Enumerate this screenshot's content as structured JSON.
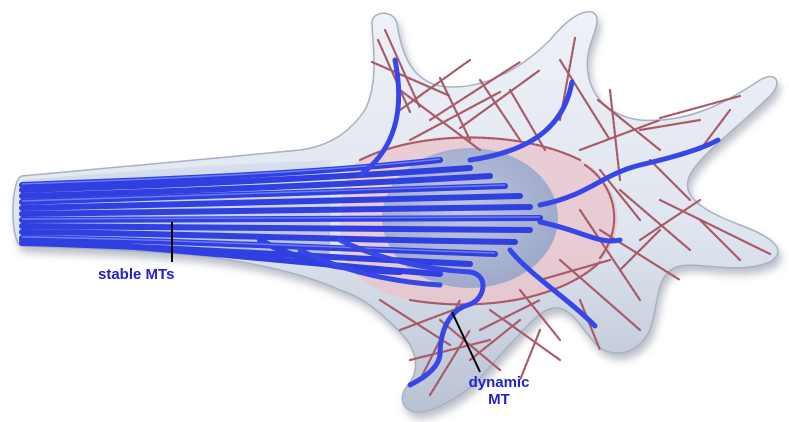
{
  "labels": {
    "stable": "stable MTs",
    "dynamic_line1": "dynamic",
    "dynamic_line2": "MT"
  },
  "colors": {
    "cell_body": "#dfe5ef",
    "cell_edge": "#aab3c6",
    "nucleus": "#a9b8d8",
    "pericentral_actin_zone": "#ebc3ca",
    "actin": "#a85a66",
    "microtubule": "#2f3fe0",
    "microtubule_highlight": "#7f8cff",
    "label_text": "#2323c8",
    "pointer_line": "#000000"
  },
  "icons": {
    "cell": "growth-cone-cell-icon",
    "nucleus": "nucleus-icon",
    "actin_network": "actin-filament-network-icon",
    "stable_bundle": "stable-microtubule-bundle-icon",
    "dynamic_microtubules": "dynamic-microtubule-icon"
  }
}
